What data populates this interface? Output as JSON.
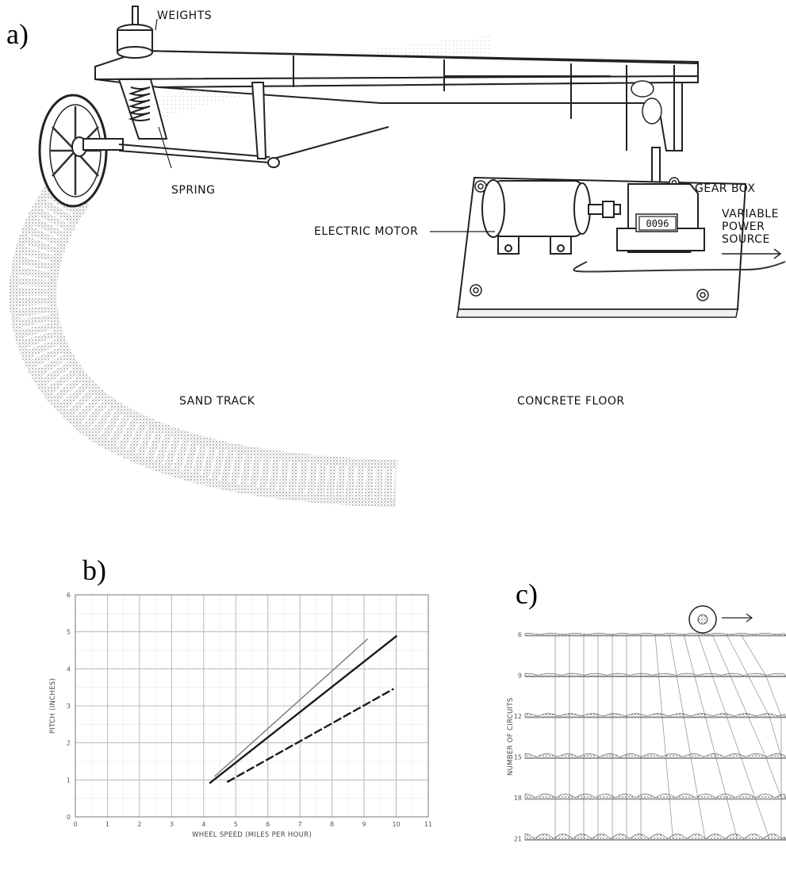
{
  "panels": {
    "a": {
      "letter": "a)",
      "labels": {
        "weights": "WEIGHTS",
        "spring": "SPRING",
        "gear_box": "GEAR BOX",
        "electric_motor": "ELECTRIC MOTOR",
        "variable_power_source": [
          "VARIABLE",
          "POWER",
          "SOURCE"
        ],
        "sand_track": "SAND TRACK",
        "concrete_floor": "CONCRETE FLOOR",
        "counter_reading": "0096"
      }
    },
    "b": {
      "letter": "b)"
    },
    "c": {
      "letter": "c)",
      "ylabel": "NUMBER OF CIRCUITS",
      "rows": [
        "6",
        "9",
        "12",
        "15",
        "18",
        "21"
      ]
    }
  },
  "chart_data": {
    "type": "line",
    "xlabel": "WHEEL SPEED (MILES PER HOUR)",
    "ylabel": "PITCH (INCHES)",
    "xlim": [
      0,
      11
    ],
    "ylim": [
      0,
      6
    ],
    "xticks": [
      "0",
      "1",
      "2",
      "3",
      "4",
      "5",
      "6",
      "7",
      "8",
      "9",
      "10",
      "11"
    ],
    "yticks": [
      "0",
      "1",
      "2",
      "3",
      "4",
      "5",
      "6"
    ],
    "grid": true,
    "series": [
      {
        "style": "thin",
        "color": "#777777",
        "points": [
          [
            4.35,
            1.1
          ],
          [
            9.1,
            4.8
          ]
        ]
      },
      {
        "style": "solid",
        "color": "#1a1a1a",
        "points": [
          [
            4.2,
            0.92
          ],
          [
            10.0,
            4.88
          ]
        ]
      },
      {
        "style": "dashed",
        "color": "#1a1a1a",
        "points": [
          [
            4.75,
            0.95
          ],
          [
            9.9,
            3.45
          ]
        ]
      }
    ]
  }
}
